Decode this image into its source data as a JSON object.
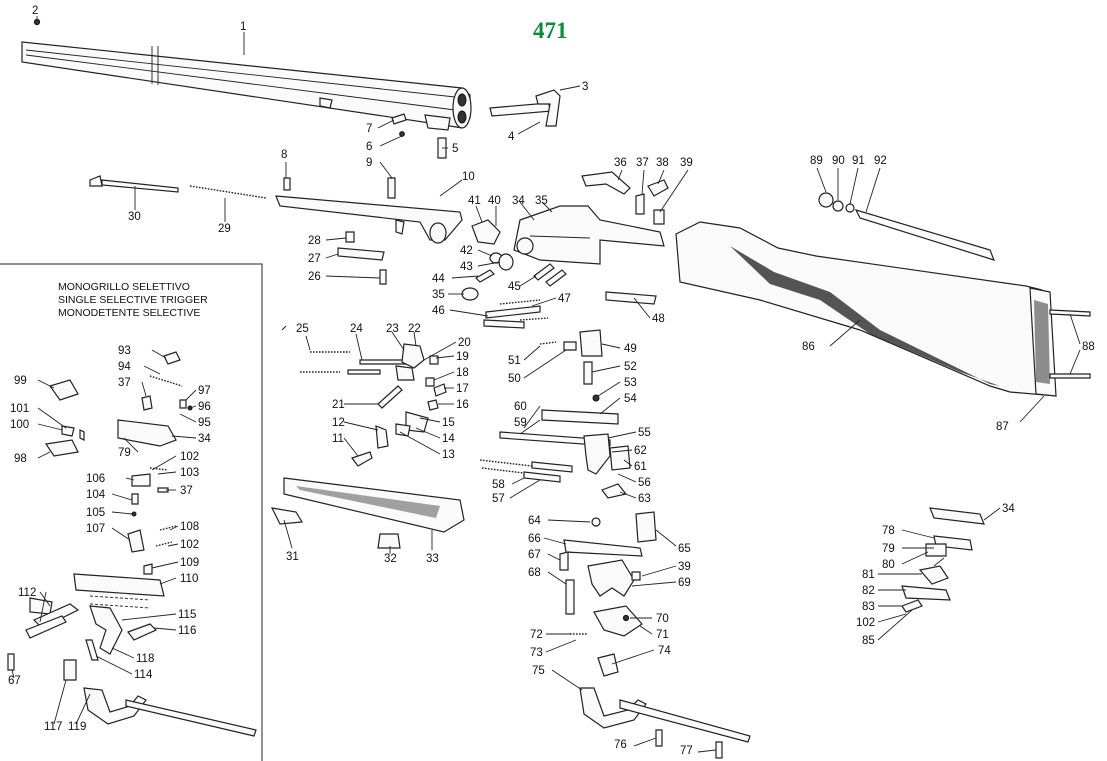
{
  "title": "471",
  "inset_lines": [
    "MONOGRILLO SELETTIVO",
    "SINGLE SELECTIVE TRIGGER",
    "MONODETENTE SELECTIVE"
  ],
  "labels": {
    "l1": "1",
    "l2": "2",
    "l3": "3",
    "l4": "4",
    "l5": "5",
    "l6": "6",
    "l7": "7",
    "l8": "8",
    "l9": "9",
    "l10": "10",
    "l11": "11",
    "l12": "12",
    "l13": "13",
    "l14": "14",
    "l15": "15",
    "l16": "16",
    "l17": "17",
    "l18": "18",
    "l19": "19",
    "l20": "20",
    "l21": "21",
    "l22": "22",
    "l23": "23",
    "l24": "24",
    "l25": "25",
    "l26": "26",
    "l27": "27",
    "l28": "28",
    "l29": "29",
    "l30": "30",
    "l31": "31",
    "l32": "32",
    "l33": "33",
    "l34": "34",
    "l35": "35",
    "l36": "36",
    "l37": "37",
    "l38": "38",
    "l39": "39",
    "l40": "40",
    "l41": "41",
    "l42": "42",
    "l43": "43",
    "l44": "44",
    "l45": "45",
    "l46": "46",
    "l47": "47",
    "l48": "48",
    "l49": "49",
    "l50": "50",
    "l51": "51",
    "l52": "52",
    "l53": "53",
    "l54": "54",
    "l55": "55",
    "l56": "56",
    "l57": "57",
    "l58": "58",
    "l59": "59",
    "l60": "60",
    "l61": "61",
    "l62": "62",
    "l63": "63",
    "l64": "64",
    "l65": "65",
    "l66": "66",
    "l67": "67",
    "l68": "68",
    "l69": "69",
    "l70": "70",
    "l71": "71",
    "l72": "72",
    "l73": "73",
    "l74": "74",
    "l75": "75",
    "l76": "76",
    "l77": "77",
    "l78": "78",
    "l79": "79",
    "l80": "80",
    "l81": "81",
    "l82": "82",
    "l83": "83",
    "l85": "85",
    "l86": "86",
    "l87": "87",
    "l88": "88",
    "l89": "89",
    "l90": "90",
    "l91": "91",
    "l92": "92",
    "i93": "93",
    "i94": "94",
    "i37a": "37",
    "i97": "97",
    "i96": "96",
    "i95": "95",
    "i99": "99",
    "i101": "101",
    "i100": "100",
    "i98": "98",
    "i79": "79",
    "i34": "34",
    "i102a": "102",
    "i103": "103",
    "i106": "106",
    "i37b": "37",
    "i104": "104",
    "i105": "105",
    "i107": "107",
    "i108": "108",
    "i102b": "102",
    "i109": "109",
    "i110": "110",
    "i112": "112",
    "i115": "115",
    "i116": "116",
    "i118": "118",
    "i114": "114",
    "i67": "67",
    "i117": "117",
    "i119": "119",
    "r34": "34",
    "r39": "39",
    "r102": "102"
  }
}
